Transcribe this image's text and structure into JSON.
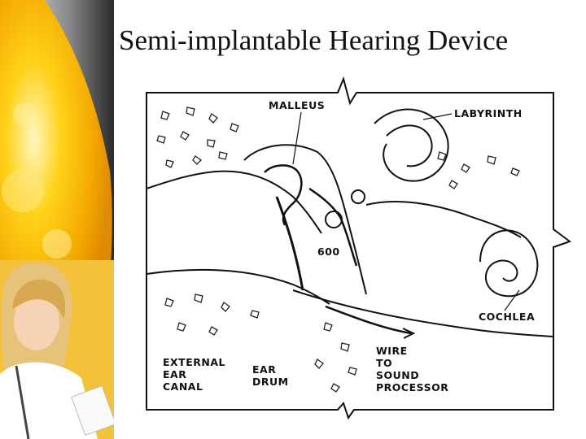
{
  "slide": {
    "title": "Semi-implantable Hearing Device"
  },
  "diagram": {
    "labels": {
      "malleus": "MALLEUS",
      "labyrinth": "LABYRINTH",
      "device": "600",
      "cochlea": "COCHLEA",
      "canal_1": "EXTERNAL",
      "canal_2": "EAR",
      "canal_3": "CANAL",
      "drum_1": "EAR",
      "drum_2": "DRUM",
      "wire_1": "WIRE",
      "wire_2": "TO",
      "wire_3": "SOUND",
      "wire_4": "PROCESSOR"
    }
  },
  "theme": {
    "accent_yellow": "#f5c400",
    "accent_orange": "#f29a00",
    "panel_gray": "#9a9a9a"
  }
}
